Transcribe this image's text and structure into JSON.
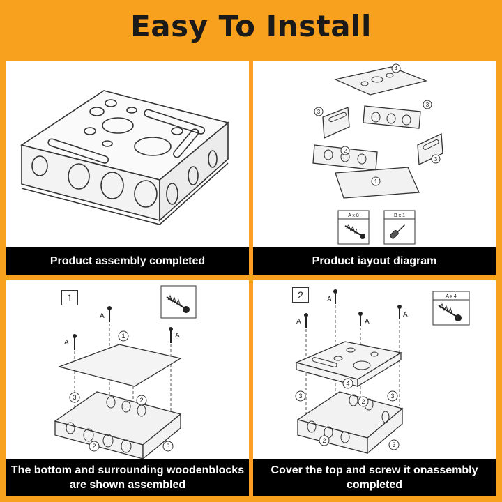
{
  "title": "Easy To Install",
  "panels": [
    {
      "caption": "Product assembly completed"
    },
    {
      "caption": "Product iayout diagram",
      "screw_count_label": "A x 8",
      "tool_count_label": "B x 1",
      "part_labels": [
        "4",
        "3",
        "3",
        "2",
        "3",
        "1"
      ]
    },
    {
      "step": "1",
      "caption_line1": "The bottom and surrounding woodenblocks",
      "caption_line2": "are shown assembled",
      "screw_letter": "A",
      "part_labels": [
        "1",
        "2",
        "3",
        "2",
        "3"
      ]
    },
    {
      "step": "2",
      "caption_line1": "Cover the top and screw it onassembly",
      "caption_line2": "completed",
      "screw_box_label": "A x 4",
      "screw_letter": "A",
      "part_labels": [
        "4",
        "2",
        "3",
        "3",
        "2",
        "3"
      ]
    }
  ]
}
